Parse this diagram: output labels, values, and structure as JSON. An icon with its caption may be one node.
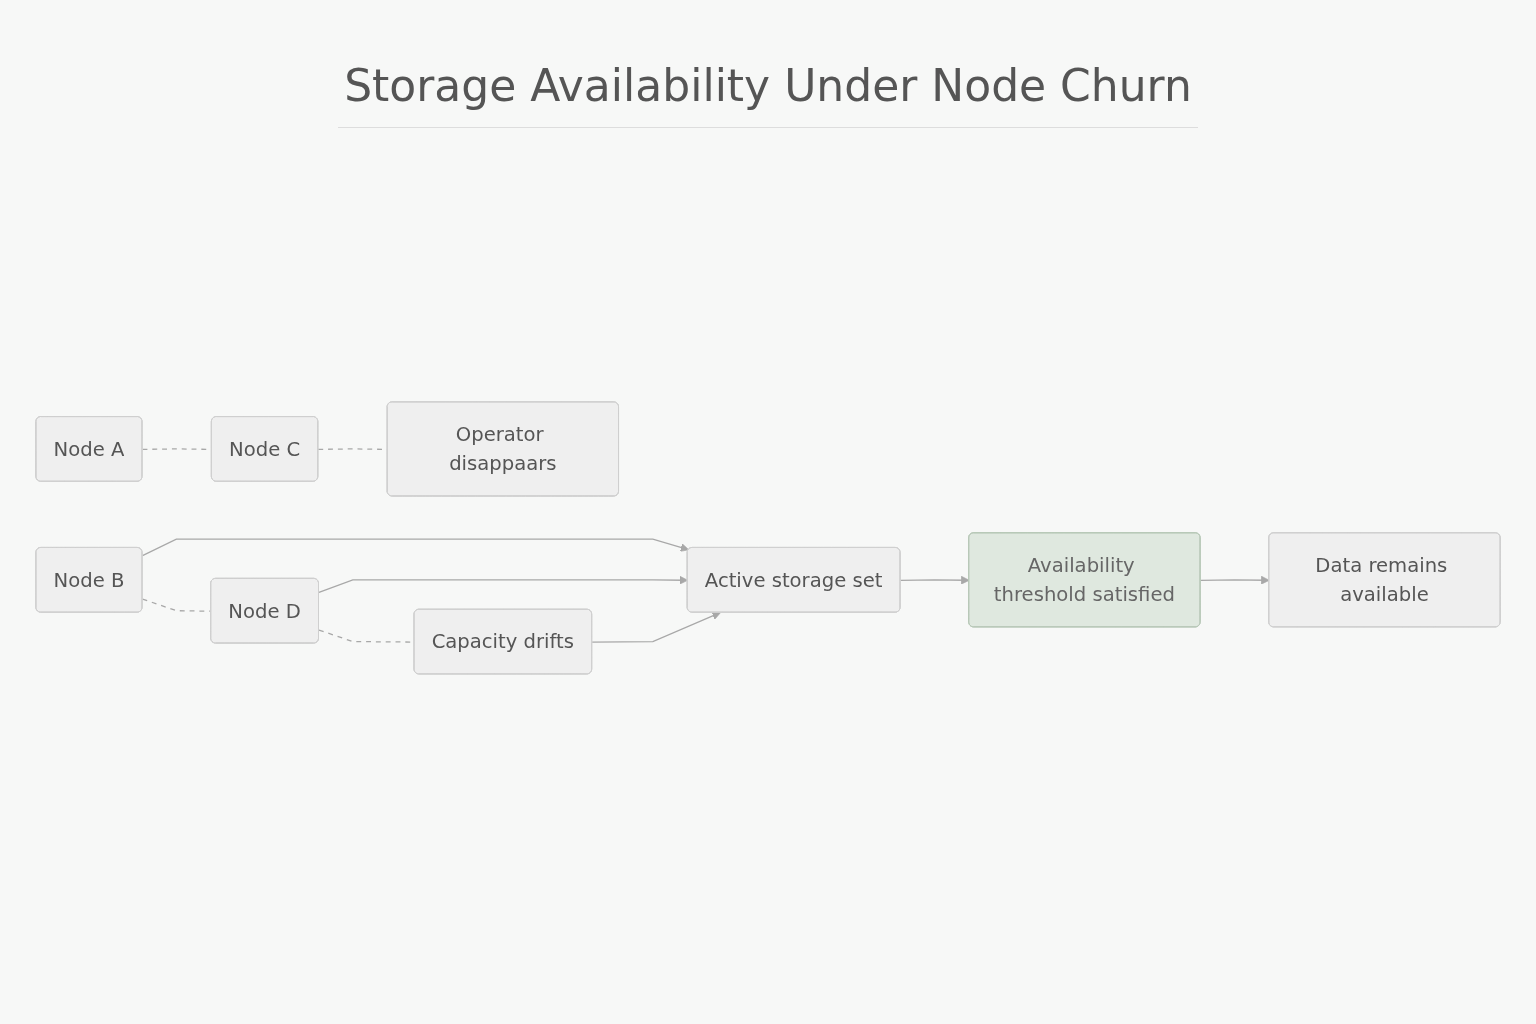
{
  "diagram": {
    "title": "Storage Availability Under Node Churn",
    "nodes": [
      {
        "text": [
          "Node A"
        ]
      },
      {
        "text": [
          "Node B"
        ]
      },
      {
        "text": [
          "Node C"
        ]
      },
      {
        "text": [
          "Node D"
        ]
      },
      {
        "text": [
          "Operator disappaars"
        ]
      },
      {
        "text": [
          "Capacity drifts"
        ]
      },
      {
        "text": [
          "Active storage set"
        ]
      },
      {
        "text": [
          "Availability threshold satisfied"
        ]
      },
      {
        "text": [
          "Data remains available"
        ]
      }
    ],
    "edges": [
      {
        "from": 0,
        "to": 2,
        "arrow": "none",
        "style": "dashed"
      },
      {
        "from": 1,
        "to": 3,
        "arrow": "none",
        "style": "dashed"
      },
      {
        "from": 2,
        "to": 4,
        "arrow": "none",
        "style": "dashed"
      },
      {
        "from": 3,
        "to": 5,
        "arrow": "none",
        "style": "dashed"
      },
      {
        "from": 1,
        "to": 6,
        "arrow": "to"
      },
      {
        "from": 3,
        "to": 6,
        "arrow": "to"
      },
      {
        "from": 5,
        "to": 6,
        "arrow": "to"
      },
      {
        "from": 6,
        "to": 7,
        "arrow": "to"
      },
      {
        "from": 7,
        "to": 8,
        "arrow": "to"
      }
    ]
  }
}
